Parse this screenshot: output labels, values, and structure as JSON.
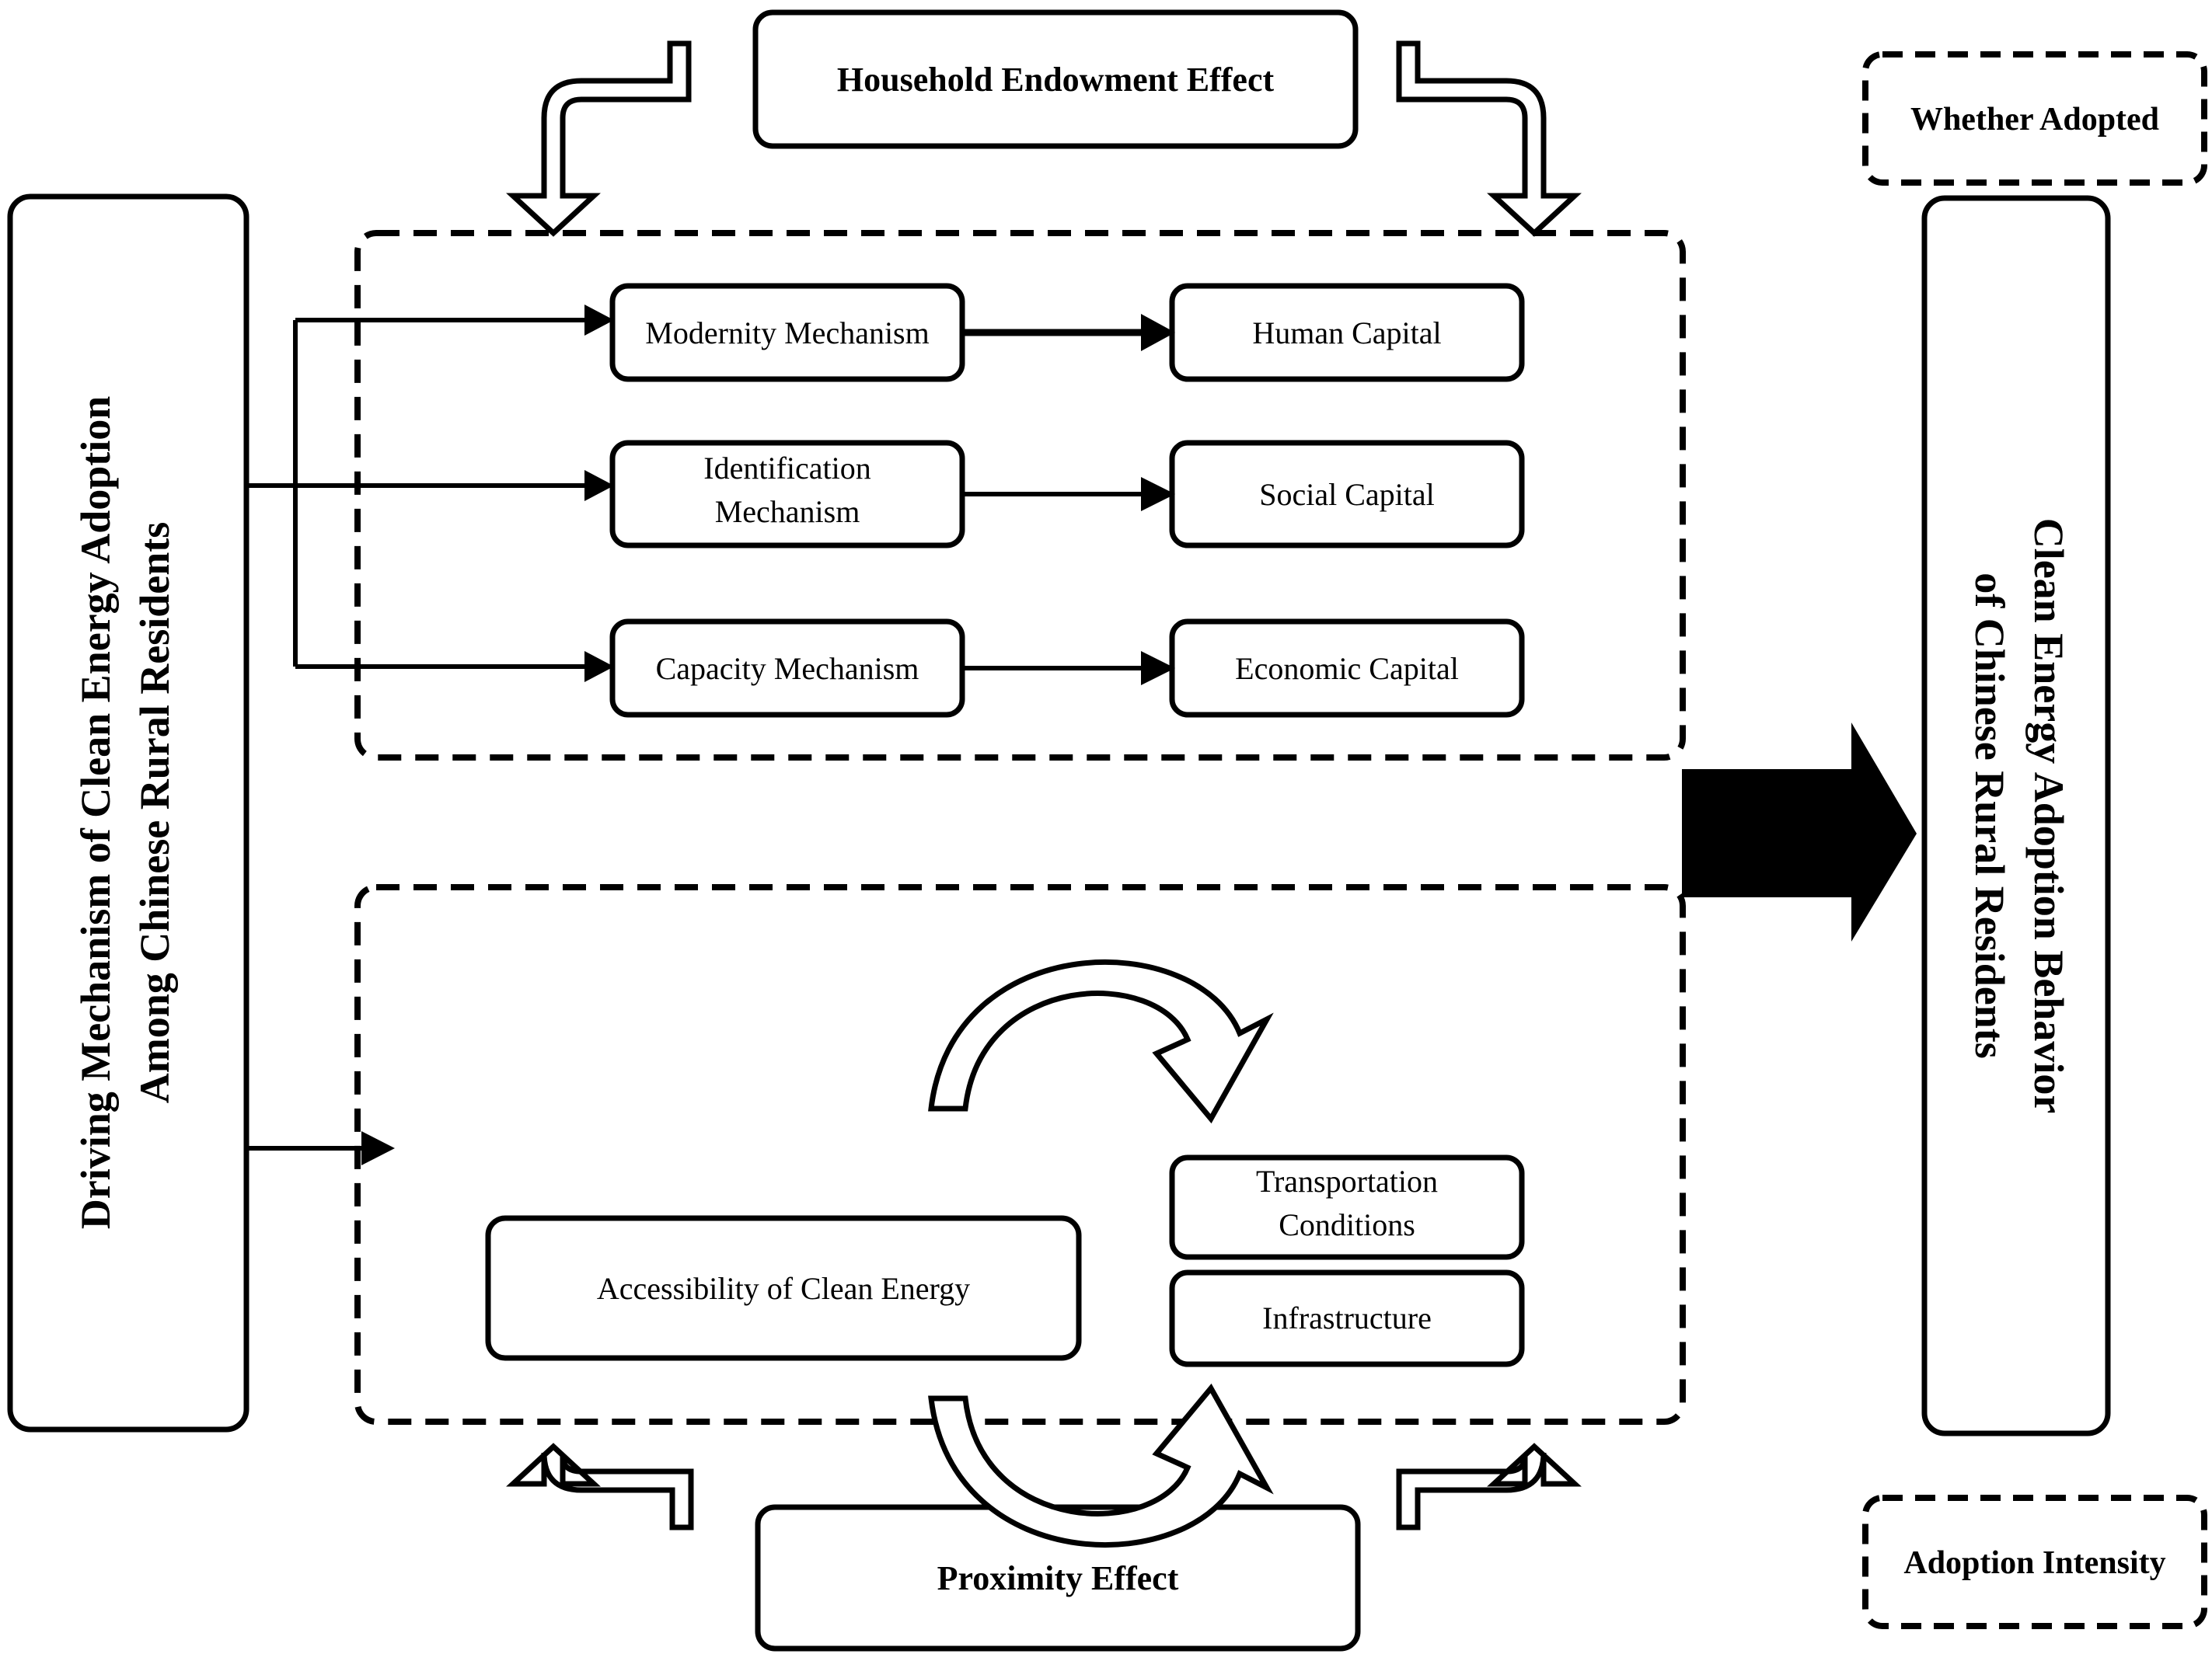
{
  "diagram": {
    "title_left": "Driving Mechanism of Clean Energy Adoption Among Chinese Rural Residents",
    "title_left_line1": "Driving Mechanism of Clean Energy Adoption",
    "title_left_line2": "Among Chinese Rural Residents",
    "title_right_line1": "Clean Energy Adoption Behavior",
    "title_right_line2": "of Chinese Rural Residents",
    "top_effect": "Household Endowment Effect",
    "bottom_effect": "Proximity Effect",
    "outcome_top": "Whether Adopted",
    "outcome_bottom": "Adoption Intensity",
    "mechanisms": [
      {
        "label": "Modernity Mechanism",
        "line1": "Modernity Mechanism",
        "line2": ""
      },
      {
        "label": "Identification Mechanism",
        "line1": "Identification",
        "line2": "Mechanism"
      },
      {
        "label": "Capacity Mechanism",
        "line1": "Capacity Mechanism",
        "line2": ""
      }
    ],
    "capitals": [
      {
        "label": "Human Capital"
      },
      {
        "label": "Social Capital"
      },
      {
        "label": "Economic Capital"
      }
    ],
    "accessibility": "Accessibility of Clean Energy",
    "conditions": [
      {
        "label": "Transportation Conditions",
        "line1": "Transportation",
        "line2": "Conditions"
      },
      {
        "label": "Infrastructure",
        "line1": "Infrastructure",
        "line2": ""
      }
    ],
    "colors": {
      "stroke": "#000000",
      "fill": "#ffffff",
      "solid_arrow": "#000000"
    }
  }
}
